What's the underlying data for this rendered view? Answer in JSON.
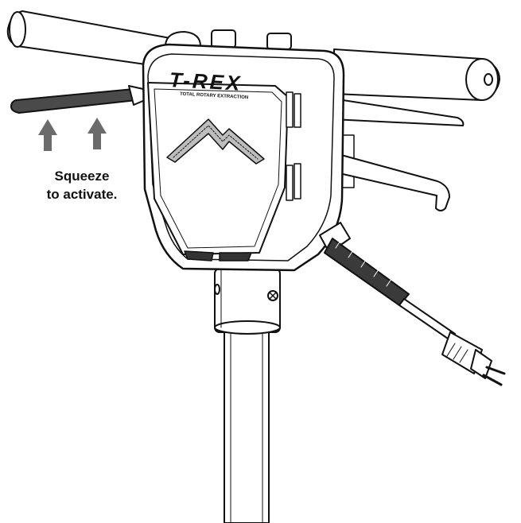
{
  "caption": {
    "line1": "Squeeze",
    "line2": "to activate."
  },
  "device": {
    "brand": "T-REX",
    "tagline": "TOTAL ROTARY EXTRACTION"
  },
  "colors": {
    "outline": "#111111",
    "fill": "#ffffff",
    "arrow": "#6b6b6b",
    "lever": "#4a4a4a"
  },
  "icons": {
    "logo": "mountain-logo-icon",
    "plug": "power-plug-icon",
    "screw": "screw-icon"
  }
}
